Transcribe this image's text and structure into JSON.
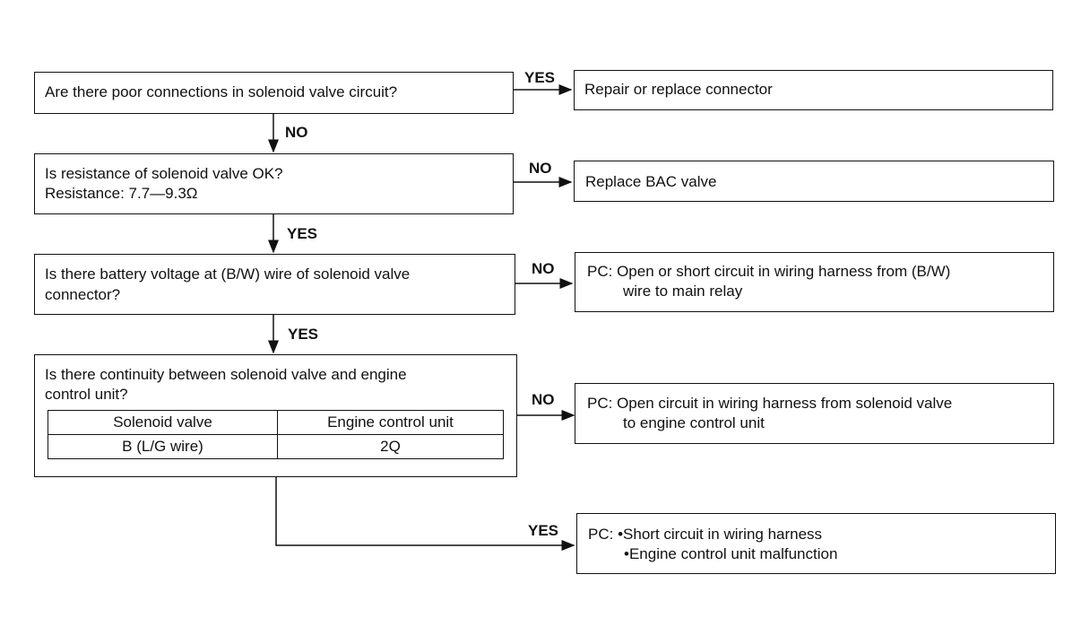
{
  "steps": [
    {
      "question": "Are there poor connections in solenoid valve circuit?",
      "branch_label": "YES",
      "down_label": "NO",
      "result": "Repair or replace connector"
    },
    {
      "question_line1": "Is resistance of solenoid valve OK?",
      "question_line2": "Resistance: 7.7—9.3Ω",
      "branch_label": "NO",
      "down_label": "YES",
      "result": "Replace BAC valve"
    },
    {
      "question_line1": "Is there battery voltage at (B/W) wire of solenoid valve",
      "question_line2": "connector?",
      "branch_label": "NO",
      "down_label": "YES",
      "result_prefix": "PC:",
      "result_line1": "Open or short circuit in wiring harness from (B/W)",
      "result_line2": "wire to main relay"
    },
    {
      "question_line1": "Is there continuity between solenoid valve and engine",
      "question_line2": "control unit?",
      "branch_label": "NO",
      "down_label": "YES",
      "table": {
        "headers": [
          "Solenoid valve",
          "Engine control unit"
        ],
        "row": [
          "B (L/G wire)",
          "2Q"
        ]
      },
      "result_prefix": "PC:",
      "result_line1": "Open circuit in wiring harness from solenoid valve",
      "result_line2": "to engine control unit"
    }
  ],
  "final": {
    "prefix": "PC:",
    "bullet": "•",
    "items": [
      "Short circuit in wiring harness",
      "Engine control unit malfunction"
    ]
  }
}
